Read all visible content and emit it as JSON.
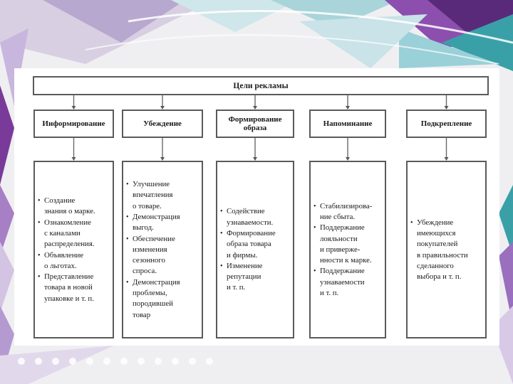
{
  "diagram": {
    "title": "Цели рекламы",
    "categories": [
      {
        "name": "Информирование",
        "items": [
          "Создание\nзнания о марке.",
          "Ознакомление\nс каналами\nраспределения.",
          "Объявление\nо льготах.",
          "Представление\nтовара в новой\nупаковке и т. п."
        ]
      },
      {
        "name": "Убеждение",
        "items": [
          "Улучшение\nвпечатления\nо товаре.",
          "Демонстрация\nвыгод.",
          "Обеспечение\nизменения\nсезонного\nспроса.",
          "Демонстрация\nпроблемы,\nпородившей\nтовар"
        ]
      },
      {
        "name": "Формирование\nобраза",
        "items": [
          "Содействие\nузнаваемости.",
          "Формирование\nобраза товара\nи фирмы.",
          "Изменение\nрепутации\nи т. п."
        ]
      },
      {
        "name": "Напоминание",
        "items": [
          "Стабилизирова-\nние сбыта.",
          "Поддержание\nлояльности\nи приверже-\nнности к марке.",
          "Поддержание\nузнаваемости\nи т. п."
        ]
      },
      {
        "name": "Подкрепление",
        "items": [
          "Убеждение\nимеющихся\nпокупателей\nв правильности\nсделанного\nвыбора и т. п."
        ]
      }
    ]
  },
  "colors": {
    "background": "#efeff2",
    "accent_purple": "#7a3a9a",
    "accent_teal": "#3aa0a8",
    "box_border": "#5a5a5a"
  }
}
